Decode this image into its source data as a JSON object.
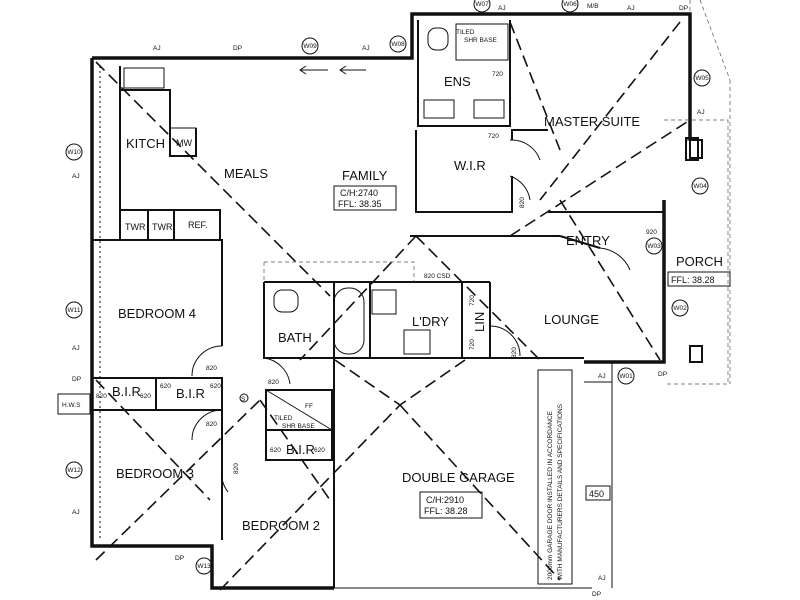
{
  "rooms": {
    "kitch": "KITCH",
    "meals": "MEALS",
    "family": "FAMILY",
    "ens": "ENS",
    "master_suite": "MASTER SUITE",
    "wir": "W.I.R",
    "entry": "ENTRY",
    "porch": "PORCH",
    "bedroom4": "BEDROOM 4",
    "bath": "BATH",
    "ldry": "L'DRY",
    "lin": "LIN",
    "lounge": "LOUNGE",
    "bir1": "B.I.R",
    "bir2": "B.I.R",
    "bir3": "B.I.R",
    "bedroom3": "BEDROOM 3",
    "bedroom2": "BEDROOM 2",
    "double_garage": "DOUBLE GARAGE",
    "hws": "H.W.S"
  },
  "fixtures": {
    "mw": "MW",
    "twr1": "TWR",
    "twr2": "TWR",
    "ref": "REF."
  },
  "info": {
    "family_ch": "C/H:2740",
    "family_ffl": "FFL: 38.35",
    "porch_ffl": "FFL: 38.28",
    "garage_ch": "C/H:2910",
    "garage_ffl": "FFL: 38.28"
  },
  "windows": {
    "w07": "W07",
    "w06": "W06",
    "w09": "W09",
    "w08": "W08",
    "w05": "W05",
    "w10": "W10",
    "w04": "W04",
    "w03": "W03",
    "w11": "W11",
    "w02": "W02",
    "w01": "W01",
    "w12": "W12",
    "w13": "W13"
  },
  "labels": {
    "aj": "AJ",
    "dp": "DP",
    "mb": "M/B",
    "s": "S",
    "ff": "FF",
    "tiled_base": "TILED",
    "tiled_base2": "SHR BASE"
  },
  "dimensions": {
    "d720": "720",
    "d820": "820",
    "d920": "920",
    "d620": "620",
    "d820csd": "820 CSD",
    "d450": "450"
  },
  "garage_note": {
    "line1": "2000mm GARAGE DOOR INSTALLED IN ACCORDANCE",
    "line2": "WITH MANUFACTURERS DETAILS AND SPECIFICATIONS"
  }
}
